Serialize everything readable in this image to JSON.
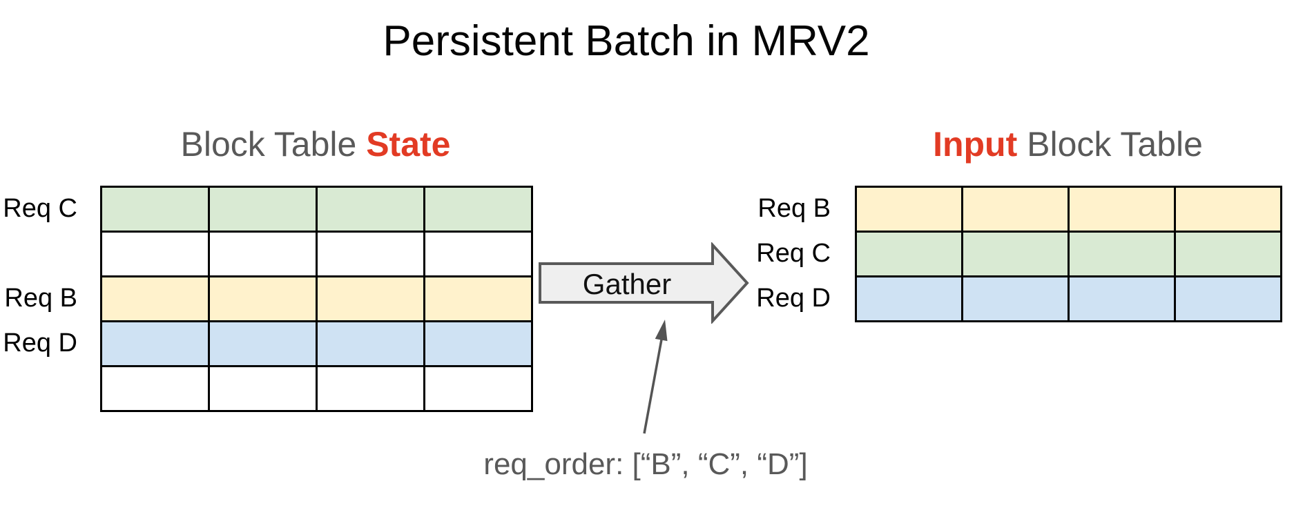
{
  "title": "Persistent Batch in MRV2",
  "left_table": {
    "heading": [
      {
        "text": "Block Table "
      },
      {
        "text": "State"
      }
    ],
    "columns": 4,
    "rows": [
      {
        "label": "Req C",
        "color": "green"
      },
      {
        "label": "",
        "color": "white"
      },
      {
        "label": "Req B",
        "color": "yellow"
      },
      {
        "label": "Req D",
        "color": "blue"
      },
      {
        "label": "",
        "color": "white"
      }
    ]
  },
  "right_table": {
    "heading": [
      {
        "text": "Input"
      },
      {
        "text": " Block Table"
      }
    ],
    "columns": 4,
    "rows": [
      {
        "label": "Req B",
        "color": "yellow"
      },
      {
        "label": "Req C",
        "color": "green"
      },
      {
        "label": "Req D",
        "color": "blue"
      }
    ]
  },
  "gather": {
    "label": "Gather"
  },
  "annotation": {
    "text": "req_order: [“B”, “C”, “D”]"
  },
  "colors": {
    "green": "#d9ead3",
    "yellow": "#fff2cc",
    "blue": "#cfe2f3",
    "white": "#ffffff",
    "accent_red": "#e23b24",
    "muted_gray": "#595959",
    "cell_border": "#000000",
    "gather_fill": "#efefef",
    "gather_border": "#595959",
    "annotation_arrow": "#545454"
  }
}
